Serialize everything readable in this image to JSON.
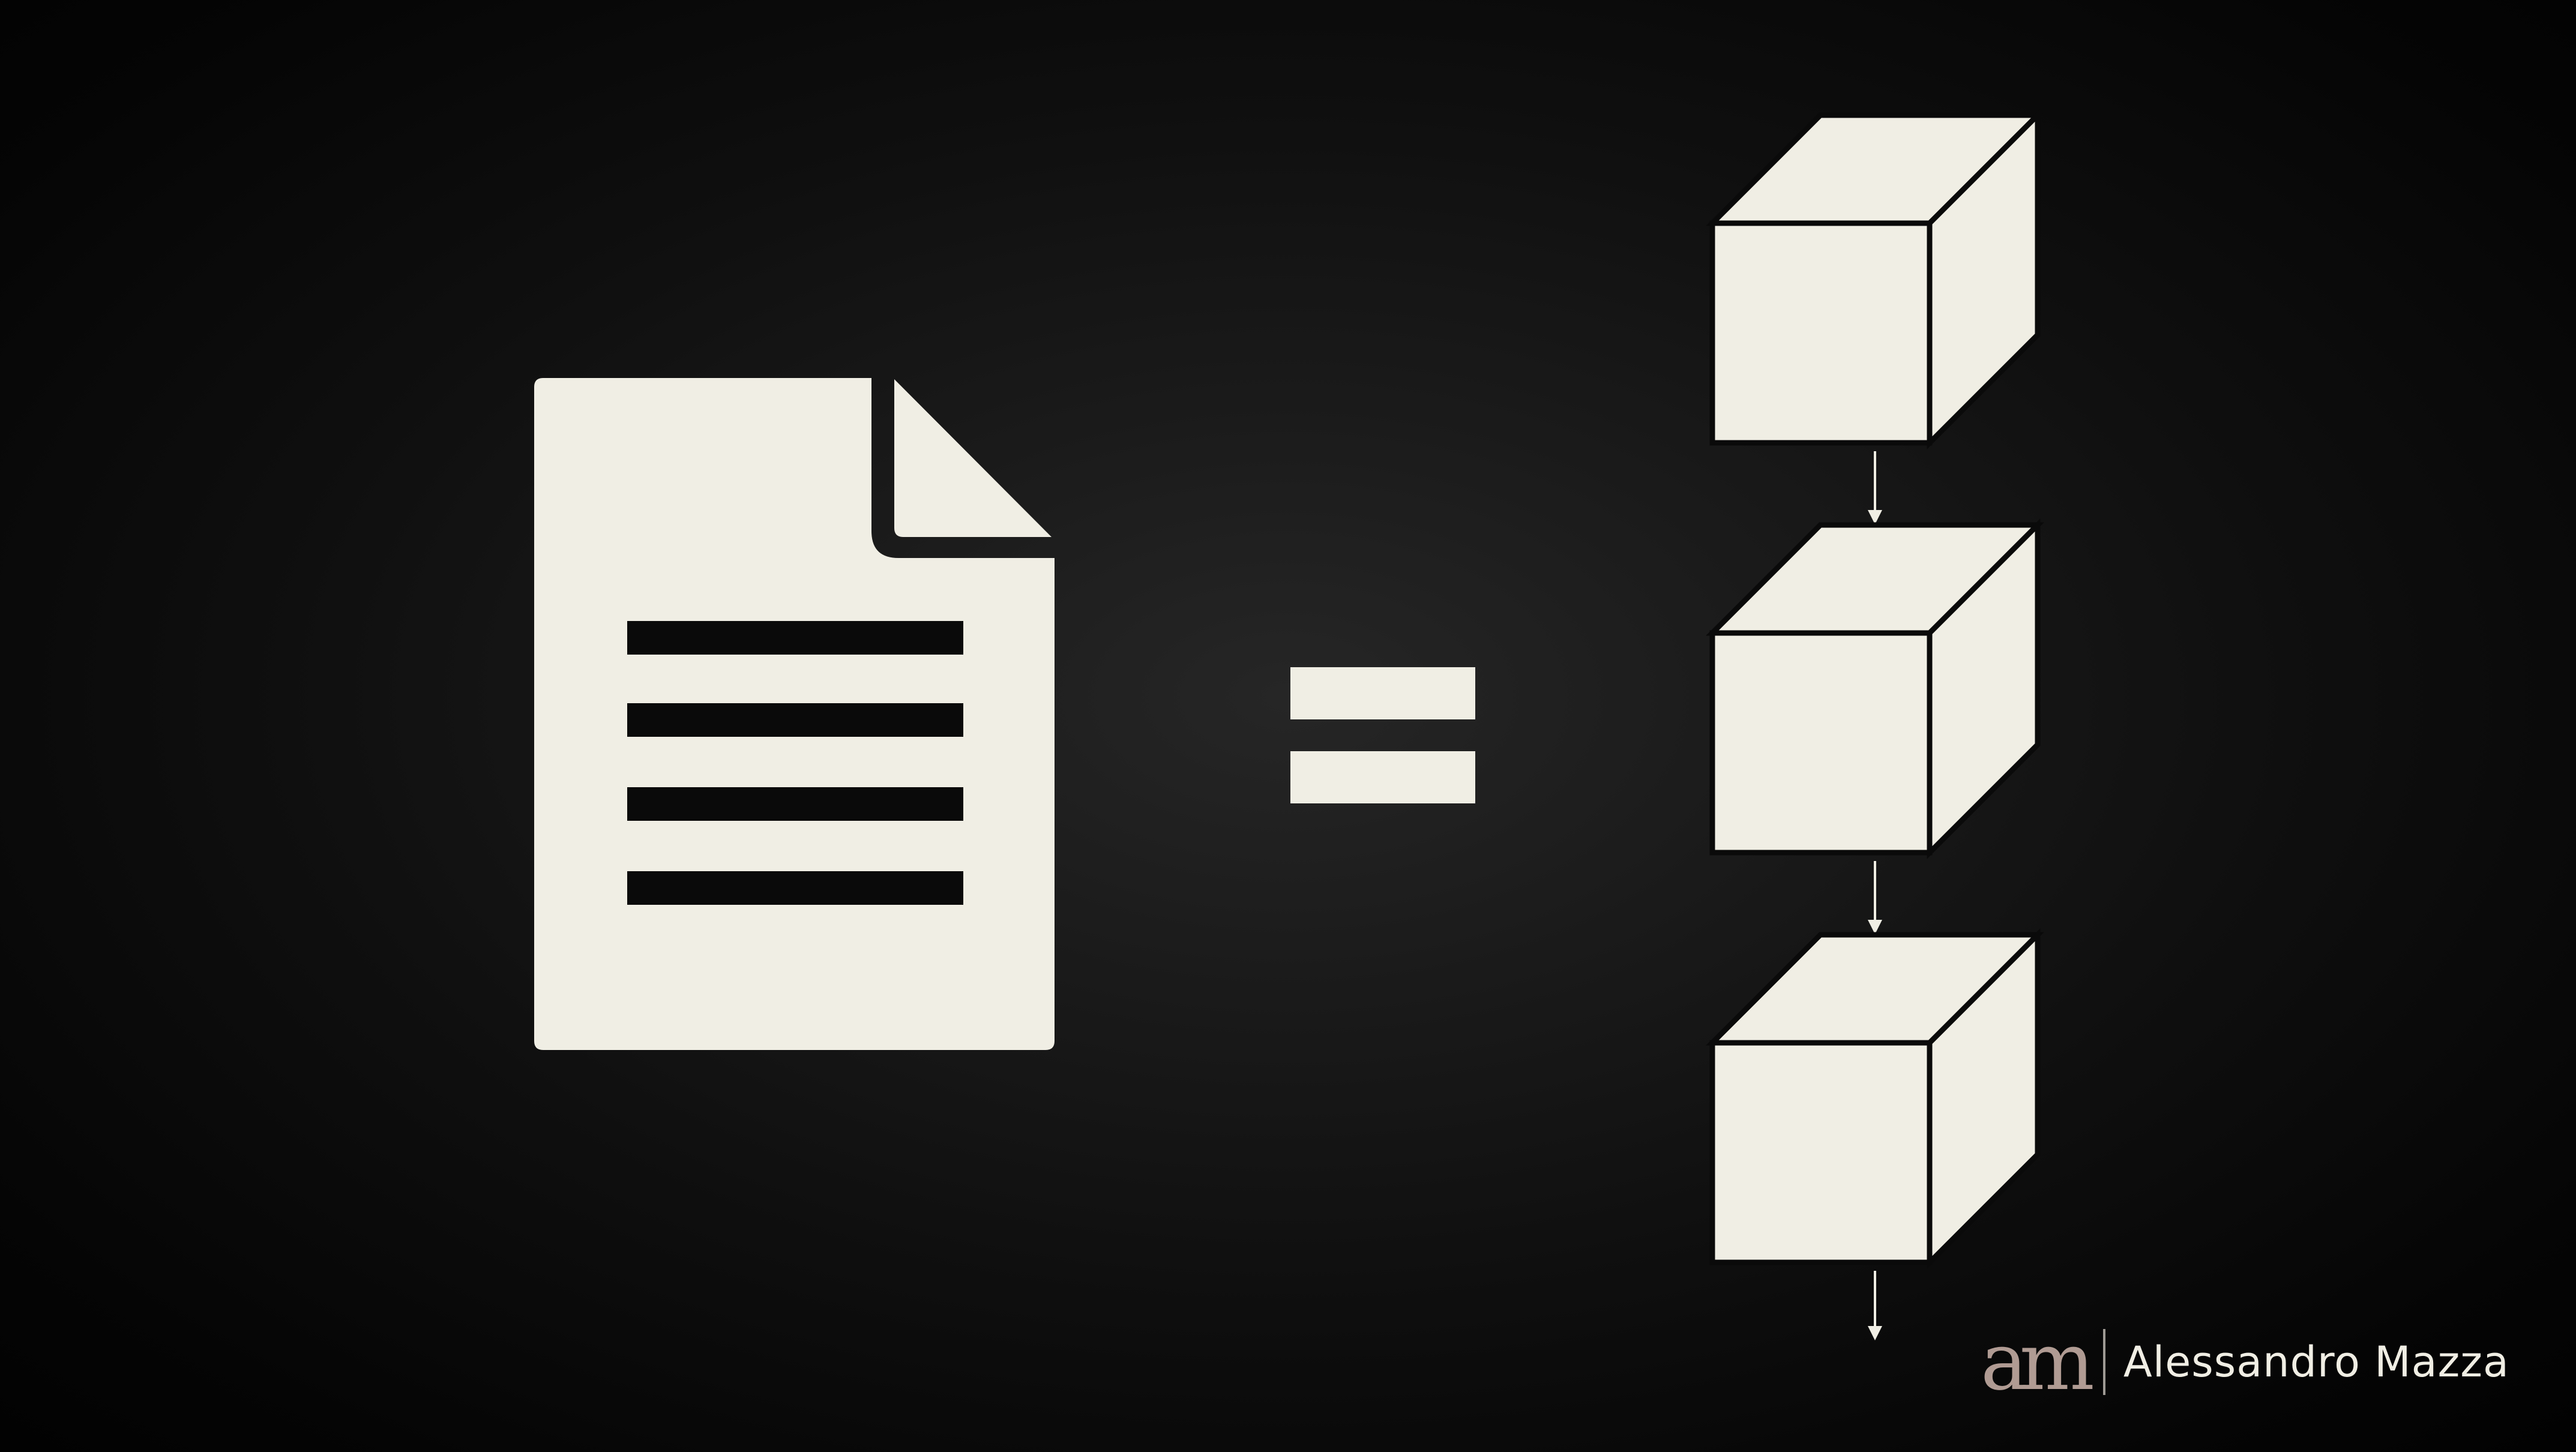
{
  "colors": {
    "background": "#0a0a0a",
    "shape_fill": "#f0eee4",
    "shape_stroke": "#0a0a0a",
    "logo_mark": "#b09b93",
    "logo_text": "#f0eee4"
  },
  "diagram": {
    "left_icon": "document-icon",
    "operator": "equals-sign",
    "right_icon": "block-chain",
    "block_count": 3
  },
  "branding": {
    "logo_mark": "am",
    "author_name": "Alessandro Mazza"
  }
}
